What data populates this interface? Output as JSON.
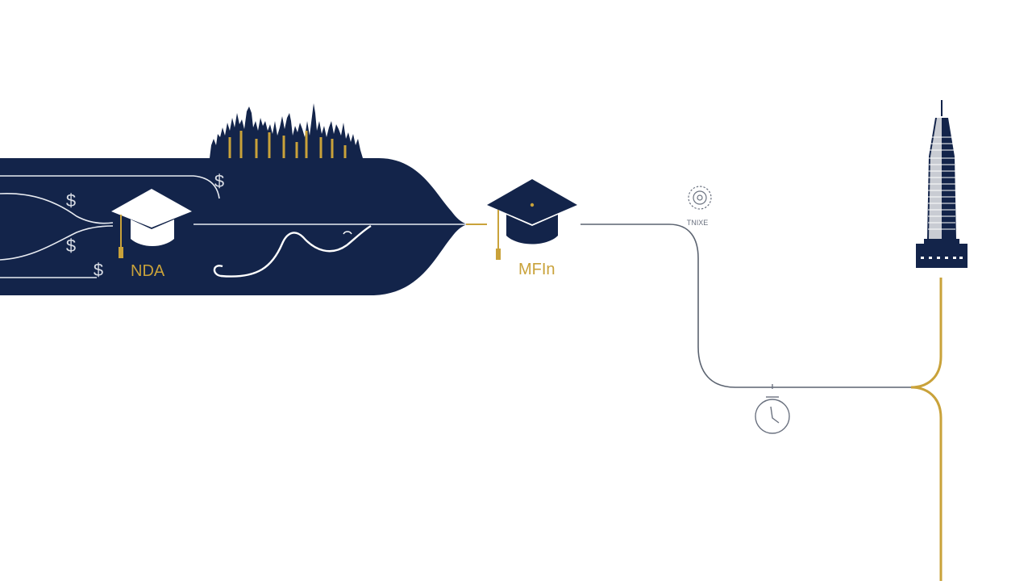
{
  "colors": {
    "navy": "#13244a",
    "gold": "#c9a23a",
    "grey": "#6b7280",
    "light_grey": "#c9ccd3",
    "white": "#ffffff"
  },
  "labels": {
    "first_degree": "NDA",
    "second_degree": "MFIn",
    "small_caption": "TNIXE"
  },
  "icons": {
    "dollar_symbol": "$",
    "graduation_cap_icon": "mortarboard",
    "gear_icon": "gear",
    "clock_icon": "stopwatch",
    "skyscraper_icon": "tower",
    "skyline": "city-skyline"
  }
}
